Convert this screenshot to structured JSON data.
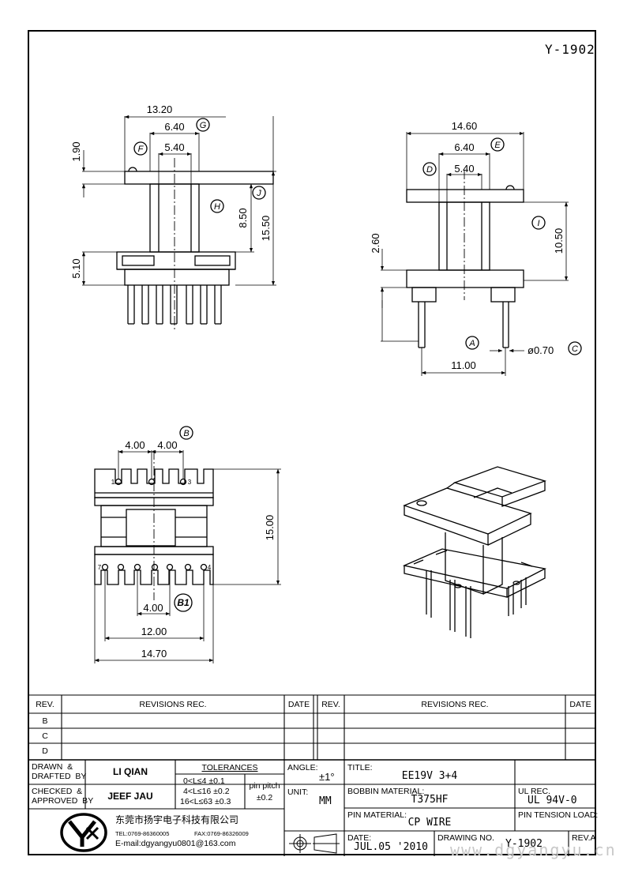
{
  "drawing_number": "Y-1902",
  "dimensions": {
    "front_width": "13.20",
    "front_inner": "6.40",
    "front_core": "5.40",
    "front_flange_top": "1.90",
    "front_winding": "8.50",
    "front_height": "15.50",
    "front_base": "5.10",
    "side_width": "14.60",
    "side_inner": "6.40",
    "side_core": "5.40",
    "side_base": "2.60",
    "side_height": "10.50",
    "pin_span": "11.00",
    "pin_diameter": "ø0.70",
    "top_pitch_a": "4.00",
    "top_pitch_b": "4.00",
    "top_height": "15.00",
    "bottom_pitch": "4.00",
    "bottom_span": "12.00",
    "overall_width": "14.70"
  },
  "callouts": {
    "a": "A",
    "b": "B",
    "b1": "B1",
    "c": "C",
    "d": "D",
    "e": "E",
    "f": "F",
    "g": "G",
    "h": "H",
    "i": "I",
    "j": "J"
  },
  "pin_labels": {
    "p1": "1",
    "p3": "3",
    "p7": "7",
    "p4": "4"
  },
  "revisions": {
    "rev_header": "REV.",
    "rec_header": "REVISIONS   REC.",
    "date_header": "DATE",
    "rows": [
      "B",
      "C",
      "D"
    ]
  },
  "title_block": {
    "drawn_label": "DRAWN  &\nDRAFTED  BY",
    "drawn_name": "LI QIAN",
    "checked_label": "CHECKED  &\nAPPROVED  BY",
    "checked_name": "JEEF JAU",
    "tolerances_label": "TOLERANCES",
    "tol_1": "0<L≤4   ±0.1",
    "tol_2": "4<L≤16  ±0.2",
    "tol_3": "16<L≤63 ±0.3",
    "pin_pitch_label": "pin pitch",
    "pin_pitch_value": "±0.2",
    "angle_label": "ANGLE:",
    "angle_value": "±1°",
    "unit_label": "UNIT:",
    "unit_value": "MM",
    "title_label": "TITLE:",
    "title_value": "EE19V 3+4",
    "bobbin_label": "BOBBIN MATERIAL:",
    "bobbin_value": "T375HF",
    "ul_label": "UL REC.",
    "ul_value": "UL 94V-0",
    "pin_material_label": "PIN MATERIAL:",
    "pin_material_value": "CP WIRE",
    "pin_tension_label": "PIN TENSION LOAD:",
    "date_label": "DATE:",
    "date_value": "JUL.05 '2010",
    "drawing_no_label": "DRAWING NO.",
    "drawing_no_value": "Y-1902",
    "rev_label": "REV.A",
    "company": "东莞市扬宇电子科技有限公司",
    "tel": "TEL:0769-86360005",
    "fax": "FAX:0769-86326009",
    "email": "E-mail:dgyangyu0801@163.com"
  },
  "watermark": "www.dgyangyu.cn"
}
